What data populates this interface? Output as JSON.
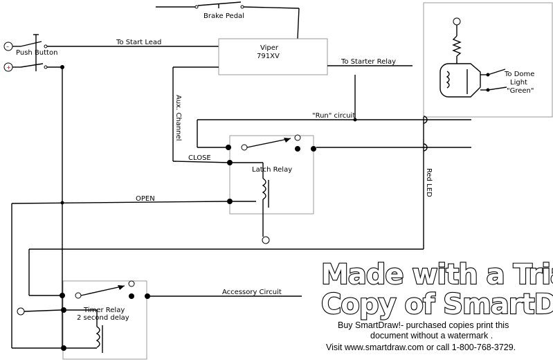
{
  "labels": {
    "brake_pedal": "Brake Pedal",
    "push_button": "Push Button",
    "to_start_lead": "To Start Lead",
    "viper_line1": "Viper",
    "viper_line2": "791XV",
    "to_starter_relay": "To Starter Relay",
    "aux_channel": "Aux. Channel",
    "run_circuit": "\"Run\" circuit",
    "close": "CLOSE",
    "latch_relay": "Latch Relay",
    "open": "OPEN",
    "red_led": "Red LED",
    "to_dome_light_1": "To Dome",
    "to_dome_light_2": "Light",
    "to_dome_light_3": "\"Green\"",
    "accessory_circuit": "Accessory Circuit",
    "timer_relay_1": "Timer Relay",
    "timer_relay_2": "2 second delay"
  },
  "watermark": {
    "line1": "Made with a Trial",
    "line2": "Copy of SmartDraw",
    "note1": "Buy SmartDraw!- purchased copies print this",
    "note2": "document without a watermark .",
    "note3": "Visit www.smartdraw.com or call  1-800-768-3729."
  }
}
